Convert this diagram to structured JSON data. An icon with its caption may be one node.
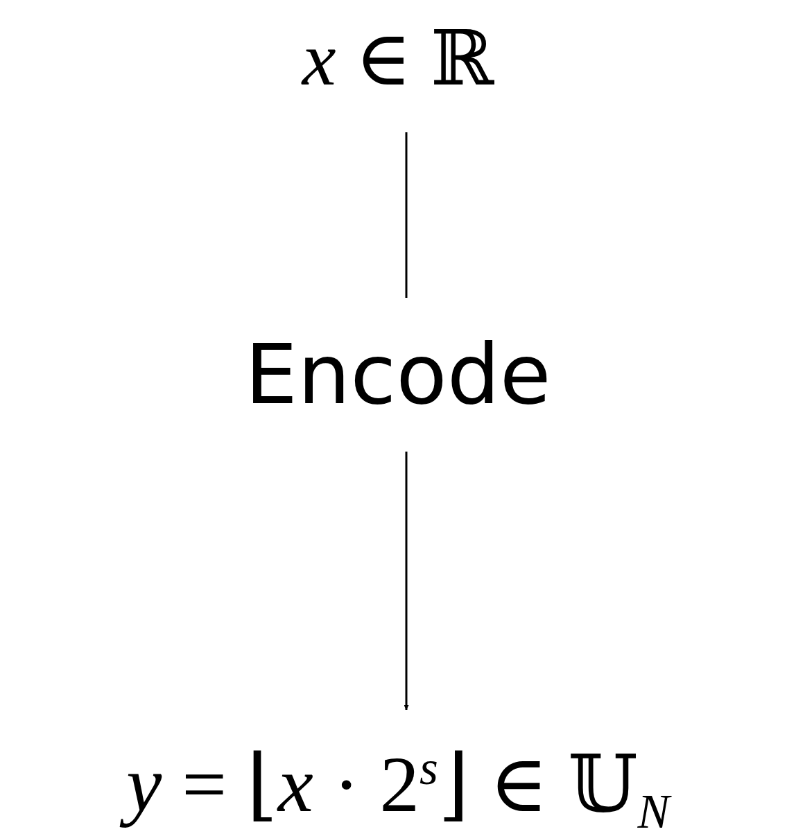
{
  "diagram": {
    "nodes": [
      {
        "text": [
          "*x* ∈ ℝ"
        ]
      },
      {
        "text": [
          "Encode"
        ]
      },
      {
        "text": [
          "*y* = ⌊*x* · 2$^{s}$⌋ ∈ 𝕌$_{N}$"
        ]
      }
    ],
    "edges": [
      {
        "from": 0,
        "to": 1,
        "arrow": "none"
      },
      {
        "from": 1,
        "to": 2,
        "arrow": "to"
      }
    ]
  }
}
